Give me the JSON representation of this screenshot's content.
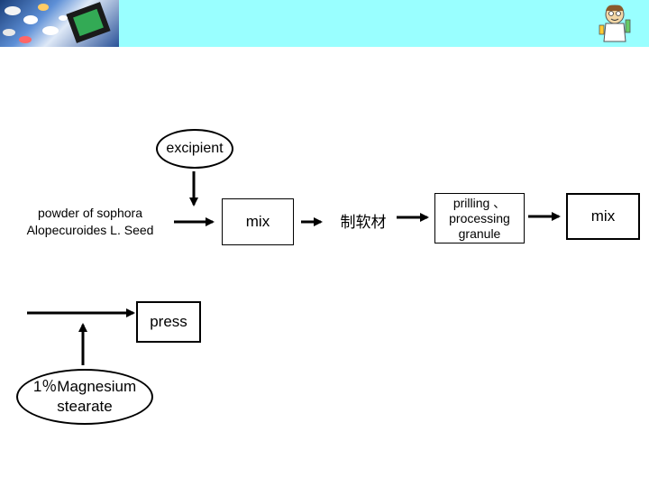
{
  "header": {
    "photo_icon": "pills-and-tablets-photo",
    "mascot_icon": "cartoon-scientist-icon",
    "background": "#99ffff"
  },
  "flow": {
    "excipient": "excipient",
    "powder": "powder of sophora Alopecuroides L.  Seed",
    "mix1": "mix",
    "soft_material": "制软材",
    "granule": "prilling 、processing granule",
    "mix2": "mix",
    "press": "press",
    "magnesium": "1％Magnesium stearate"
  }
}
